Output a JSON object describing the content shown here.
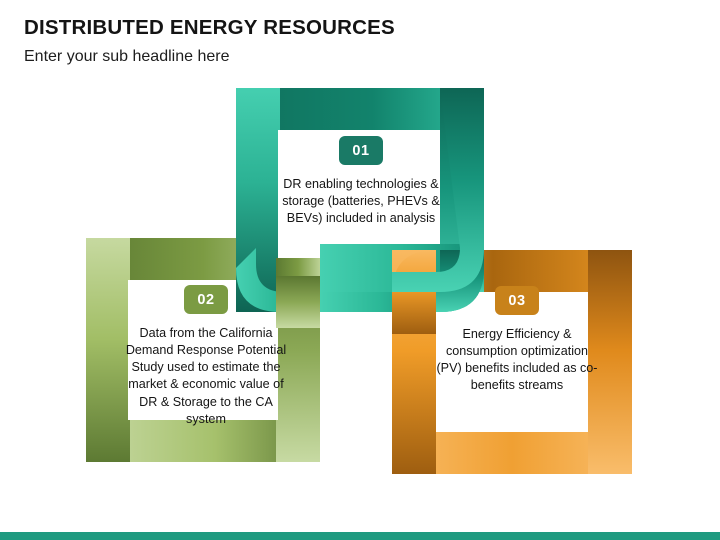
{
  "header": {
    "title": "DISTRIBUTED ENERGY RESOURCES",
    "subtitle": "Enter your sub headline here"
  },
  "links": [
    {
      "number": "01",
      "text": "DR enabling technologies & storage (batteries, PHEVs & BEVs) included in analysis",
      "badge_color": "#1A7A66",
      "theme": "teal"
    },
    {
      "number": "02",
      "text": "Data from the California Demand Response Potential Study used to estimate the market & economic value of DR & Storage to the CA system",
      "badge_color": "#7B9B43",
      "theme": "green"
    },
    {
      "number": "03",
      "text": "Energy Efficiency & consumption optimization (PV) benefits included as co-benefits streams",
      "badge_color": "#C8821A",
      "theme": "orange"
    }
  ],
  "colors": {
    "teal_light": "#3FCBAC",
    "teal_mid": "#22A98C",
    "teal_dark": "#0F6B58",
    "green_light": "#C3D79A",
    "green_mid": "#9FBC63",
    "green_dark": "#5E7A33",
    "orange_light": "#F8B55B",
    "orange_mid": "#F09A26",
    "orange_dark": "#A56212",
    "footer": "#1F9A80",
    "text": "#151515"
  },
  "footer": {
    "accent_color": "#1F9A80"
  }
}
